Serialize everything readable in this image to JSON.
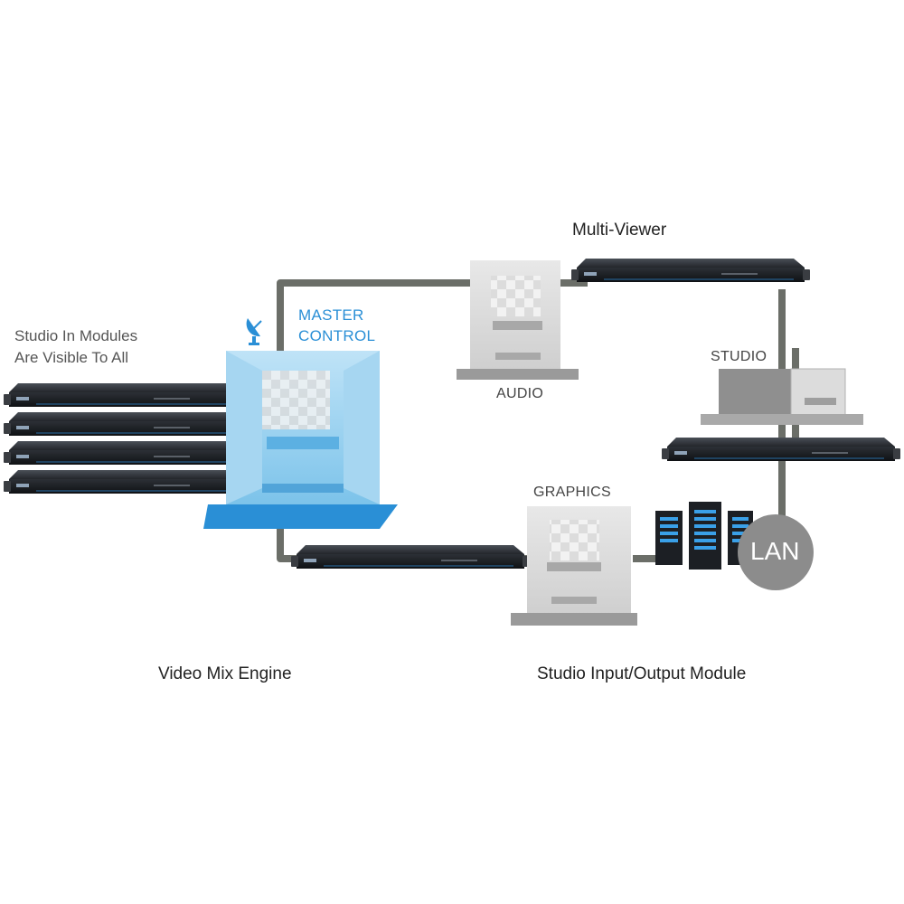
{
  "labels": {
    "studio_modules_line1": "Studio In Modules",
    "studio_modules_line2": "Are Visible To All",
    "master_line1": "MASTER",
    "master_line2": "CONTROL",
    "multi_viewer": "Multi-Viewer",
    "audio": "AUDIO",
    "studio": "STUDIO",
    "graphics": "GRAPHICS",
    "lan": "LAN",
    "video_mix_engine": "Video Mix Engine",
    "studio_io_module": "Studio Input/Output Module"
  },
  "colors": {
    "connector": "#6b6e68",
    "master_blue": "#2a8fd6",
    "room_gray": "#bdbdbd",
    "rack_unit": "#1c1f24",
    "server_led": "#3aa0e8",
    "lan_circle": "#8c8c8c"
  },
  "icons": [
    "satellite-dish-icon",
    "server-stack-icon"
  ]
}
